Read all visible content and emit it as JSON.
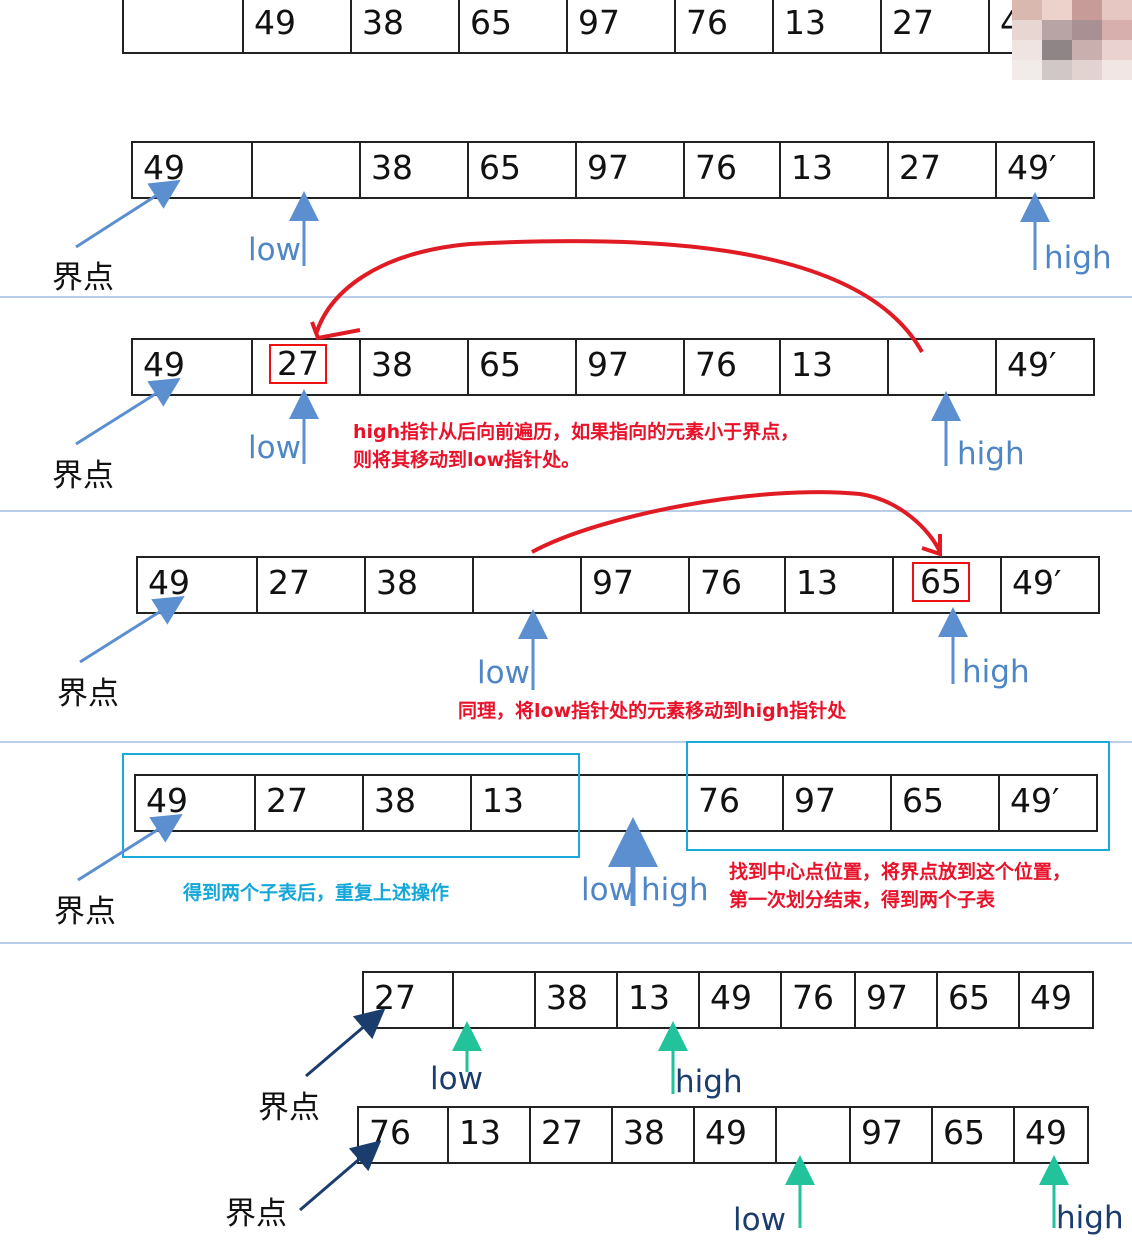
{
  "top_row": {
    "cells": [
      "",
      "49",
      "38",
      "65",
      "97",
      "76",
      "13",
      "27",
      "4"
    ]
  },
  "step1": {
    "cells": [
      "49",
      "",
      "38",
      "65",
      "97",
      "76",
      "13",
      "27",
      "49′"
    ],
    "pivot_label": "界点",
    "low_label": "low",
    "high_label": "high"
  },
  "step2": {
    "cells": [
      "49",
      "27",
      "38",
      "65",
      "97",
      "76",
      "13",
      "",
      "49′"
    ],
    "pivot_label": "界点",
    "low_label": "low",
    "high_label": "high",
    "note_line1": "high指针从后向前遍历，如果指向的元素小于界点，",
    "note_line2": "则将其移动到low指针处。"
  },
  "step3": {
    "cells": [
      "49",
      "27",
      "38",
      "",
      "97",
      "76",
      "13",
      "65",
      "49′"
    ],
    "pivot_label": "界点",
    "low_label": "low",
    "high_label": "high",
    "note": "同理，将low指针处的元素移动到high指针处"
  },
  "step4": {
    "cells": [
      "49",
      "27",
      "38",
      "13",
      "",
      "76",
      "97",
      "65",
      "49′"
    ],
    "pivot_label": "界点",
    "low_label": "low",
    "high_label": "high",
    "note_left": "得到两个子表后，重复上述操作",
    "note_right_line1": "找到中心点位置，将界点放到这个位置，",
    "note_right_line2": "第一次划分结束，得到两个子表"
  },
  "step5": {
    "row_a": [
      "27",
      "",
      "38",
      "13",
      "49",
      "76",
      "97",
      "65",
      "49"
    ],
    "row_b": [
      "76",
      "13",
      "27",
      "38",
      "49",
      "",
      "97",
      "65",
      "49"
    ],
    "pivot_a": "界点",
    "pivot_b": "界点",
    "low_a": "low",
    "high_a": "high",
    "low_b": "low",
    "high_b": "high"
  },
  "colors": {
    "blue_arrow": "#5b8fd0",
    "red_arrow": "#e01b24",
    "green_arrow": "#22c29a",
    "navy_arrow": "#1a3d6d",
    "cyan_box": "#19a9da"
  }
}
